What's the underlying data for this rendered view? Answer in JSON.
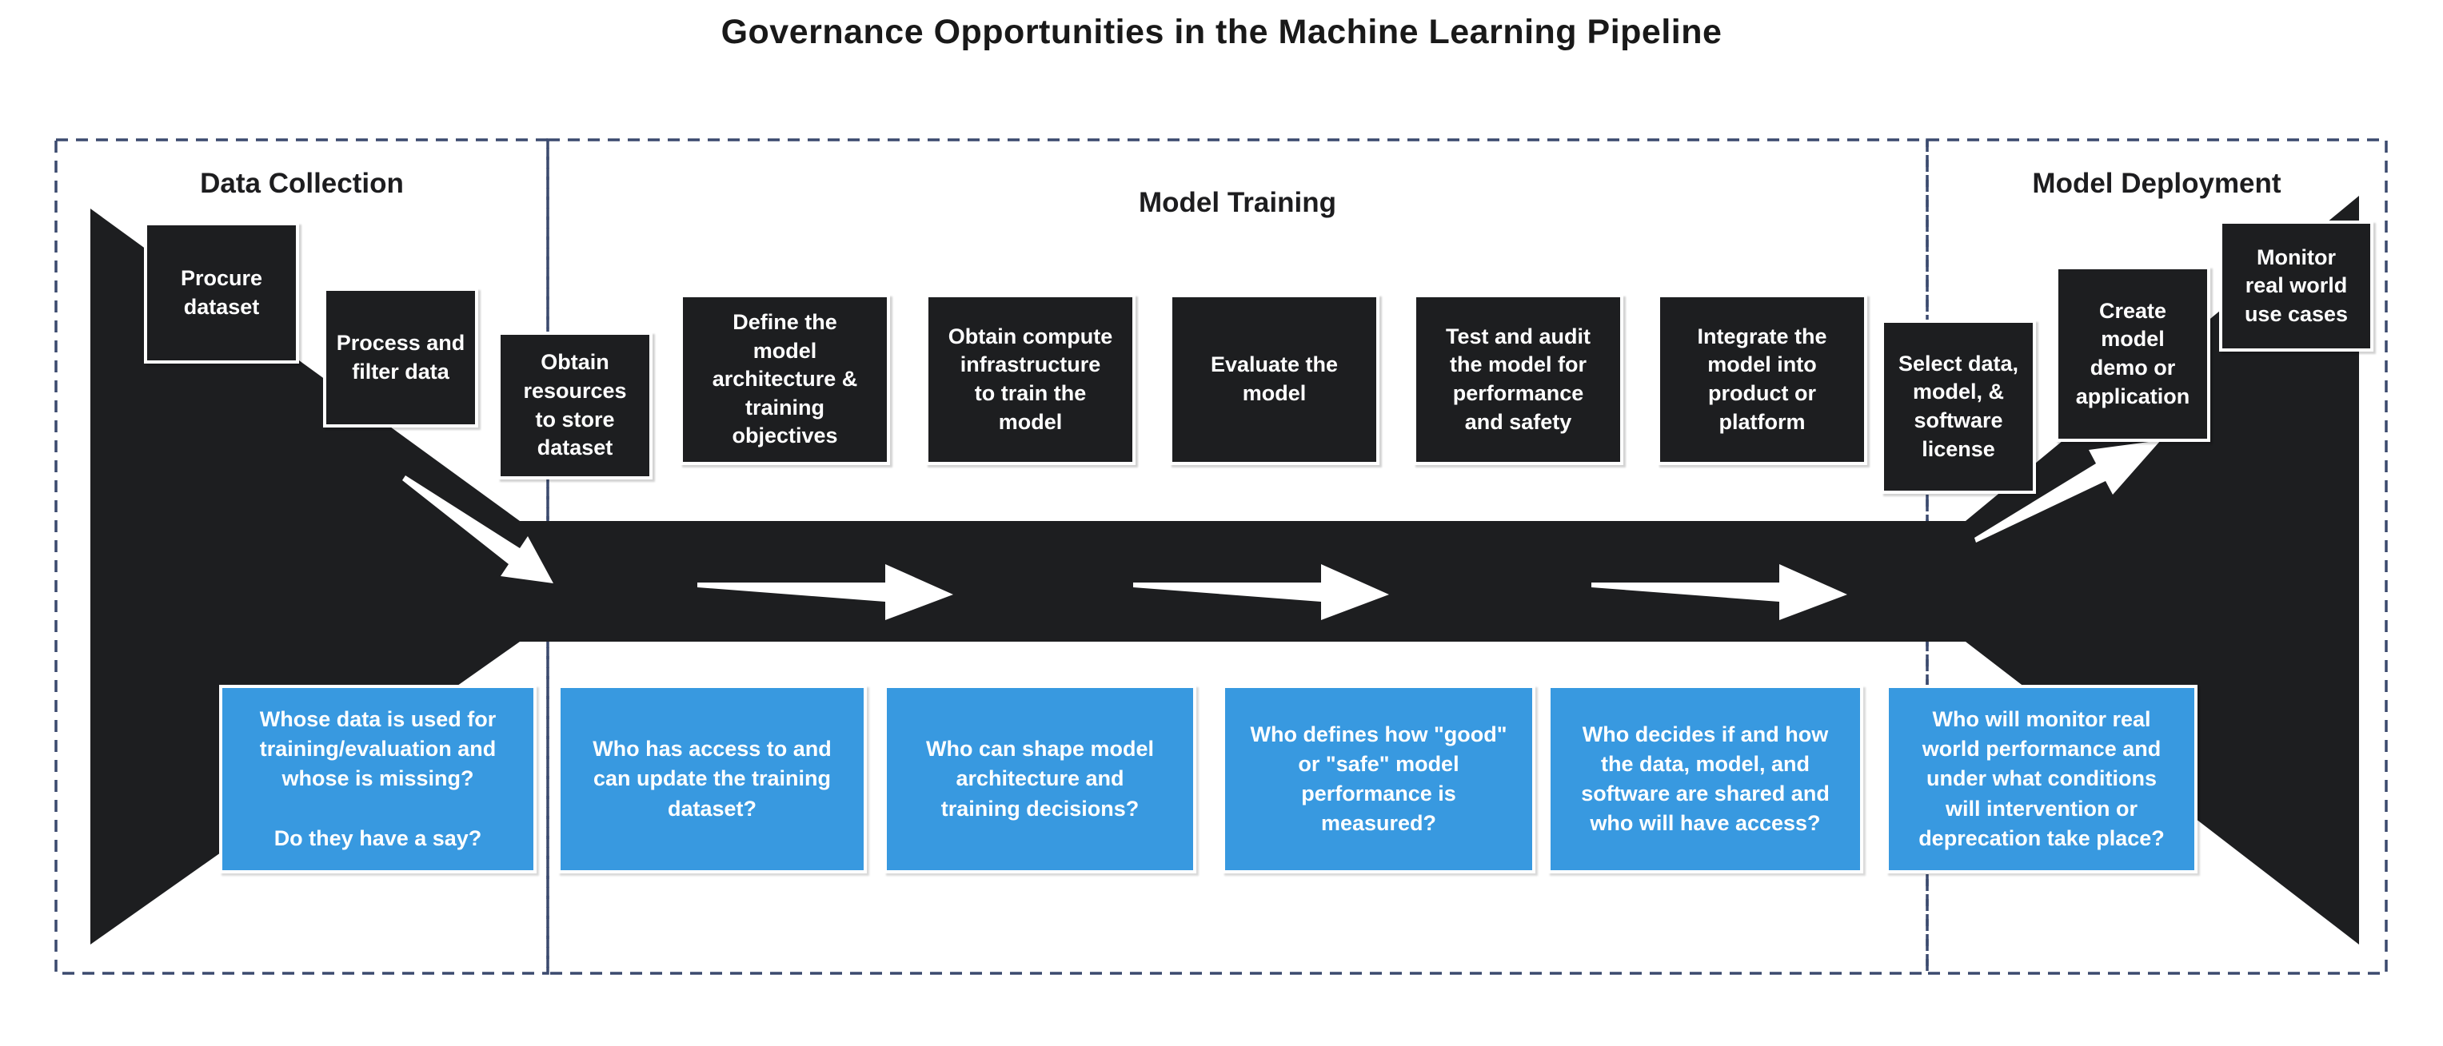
{
  "title": "Governance Opportunities in the Machine Learning Pipeline",
  "sections": [
    {
      "id": "data-collection",
      "label": "Data Collection"
    },
    {
      "id": "model-training",
      "label": "Model Training"
    },
    {
      "id": "model-deployment",
      "label": "Model Deployment"
    }
  ],
  "steps": [
    {
      "label": "Procure\ndataset"
    },
    {
      "label": "Process and\nfilter data"
    },
    {
      "label": "Obtain\nresources\nto store\ndataset"
    },
    {
      "label": "Define the\nmodel\narchitecture &\ntraining\nobjectives"
    },
    {
      "label": "Obtain compute\ninfrastructure\nto train the\nmodel"
    },
    {
      "label": "Evaluate the\nmodel"
    },
    {
      "label": "Test and audit\nthe model for\nperformance\nand safety"
    },
    {
      "label": "Integrate the\nmodel into\nproduct or\nplatform"
    },
    {
      "label": "Select data,\nmodel, &\nsoftware\nlicense"
    },
    {
      "label": "Create\nmodel\ndemo or\napplication"
    },
    {
      "label": "Monitor\nreal world\nuse cases"
    }
  ],
  "questions": [
    {
      "label": "Whose data is used for\ntraining/evaluation and\nwhose is missing?\n\nDo they have a say?"
    },
    {
      "label": "Who has access to and\ncan update the training\ndataset?"
    },
    {
      "label": "Who can shape model\narchitecture and\ntraining decisions?"
    },
    {
      "label": "Who defines how \"good\"\nor \"safe\" model\nperformance is\nmeasured?"
    },
    {
      "label": "Who decides if and how\nthe data, model, and\nsoftware are shared and\nwho will have access?"
    },
    {
      "label": "Who will monitor real\nworld performance and\nunder what conditions\nwill intervention or\ndeprecation take place?"
    }
  ],
  "icons": {
    "flow_arrows": [
      "arrow-down-right",
      "arrow-right",
      "arrow-right",
      "arrow-right",
      "arrow-up-right"
    ]
  },
  "colors": {
    "pipeline_black": "#1d1e20",
    "question_blue": "#3899e0",
    "dashed_outline": "#3b4a6e",
    "text_on_dark": "#ffffff",
    "heading_text": "#1d1d1f",
    "background": "#ffffff"
  }
}
